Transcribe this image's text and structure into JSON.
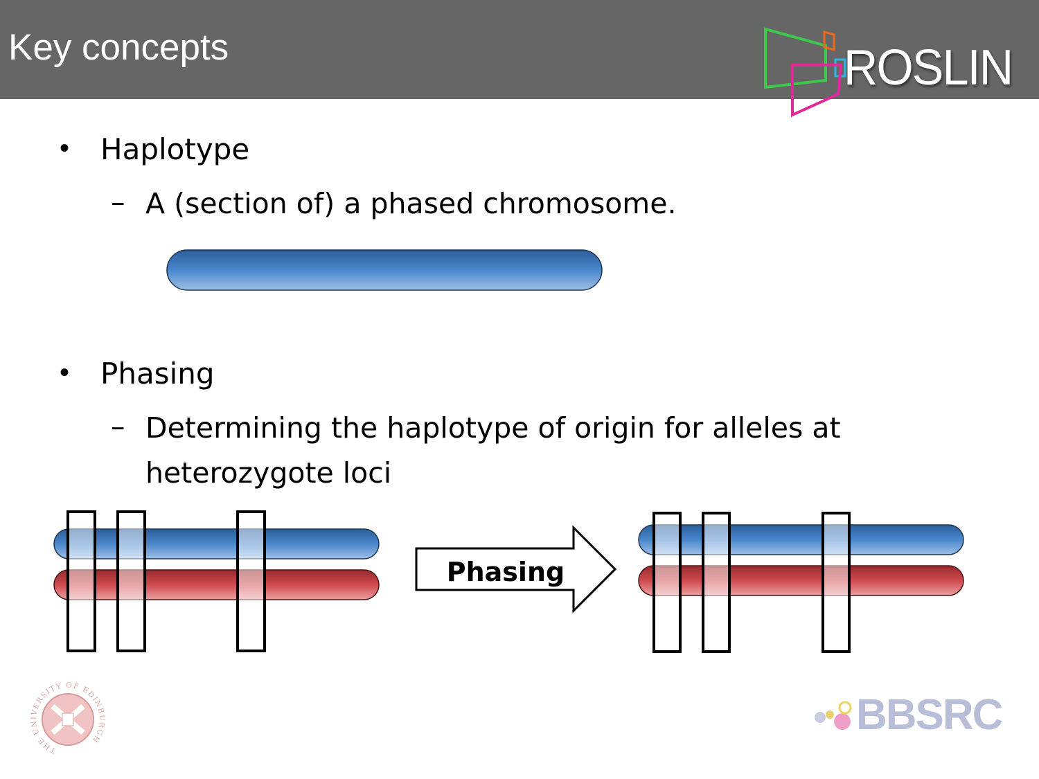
{
  "header": {
    "title": "Key concepts",
    "logo_text": "ROSLIN"
  },
  "bullets": [
    {
      "label": "Haplotype",
      "sub": "A (section of) a phased chromosome."
    },
    {
      "label": "Phasing",
      "sub_line1": "Determining the haplotype of origin for alleles at",
      "sub_line2": "heterozygote loci"
    }
  ],
  "diagram": {
    "arrow_label": "Phasing"
  },
  "footer": {
    "left_logo_text": "THE UNIVERSITY OF EDINBURGH",
    "right_logo_text": "BBSRC"
  },
  "colors": {
    "header_bg": "#666666",
    "haplotype_blue": "#3f7fc4",
    "haplotype_red": "#cc4448"
  }
}
